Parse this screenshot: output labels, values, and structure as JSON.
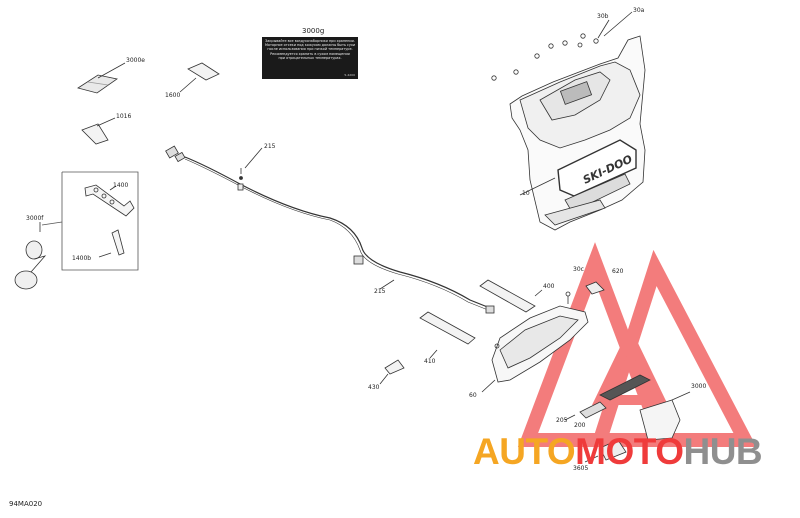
{
  "diagram_code": "94MA020",
  "decal": {
    "label": "3000g",
    "lines": [
      "Закрывайте все воздухозаборники при хранении.",
      "Моторное отсеки под кожухом должны быть сухими",
      "после использования при низкой температуре.",
      "Рекомендуется хранить в сухом помещении",
      "при отрицательных температурах."
    ],
    "part_no": "5-4200"
  },
  "hood_logo": "SKI-DOO",
  "labels": {
    "3000e": "3000e",
    "1600": "1600",
    "1016": "1016",
    "1400": "1400",
    "1400b": "1400b",
    "3000f": "3000f",
    "215_top": "215",
    "215_mid": "215",
    "30b": "30b",
    "30a": "30a",
    "10": "10",
    "400": "400",
    "410": "410",
    "430": "430",
    "30c": "30c",
    "620": "620",
    "60": "60",
    "3000": "3000",
    "205": "205",
    "200": "200",
    "3605": "3605"
  },
  "watermark": {
    "part1": "AUTO",
    "part2": "MOTO",
    "part3": "HUB",
    "color_orange": "#f5a623",
    "color_red": "#ef3b3b",
    "color_gray": "#8f8f8f"
  }
}
